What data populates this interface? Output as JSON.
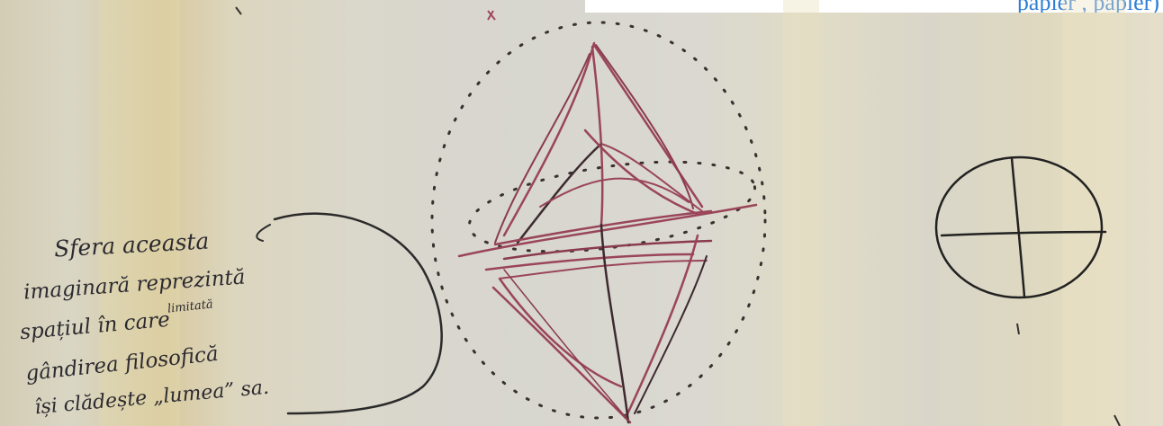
{
  "page": {
    "top_band_fragment": "papier  ,  papier)",
    "handwritten_note_lines": [
      "Sfera aceasta",
      "imaginară reprezintă",
      "spațiul în care",
      "gândirea filosofică",
      "își clădește „lumea” sa."
    ],
    "handwritten_insertion": "limitată"
  },
  "colors": {
    "paper": "#d9d6cc",
    "pen_dark": "#3a3030",
    "pen_red": "#a0485a",
    "ink_blue": "#2f7fd6"
  },
  "icons": {
    "sphere_sketch": "dotted-circle-octahedron-sketch",
    "small_circle": "circle-with-cross-sketch"
  }
}
